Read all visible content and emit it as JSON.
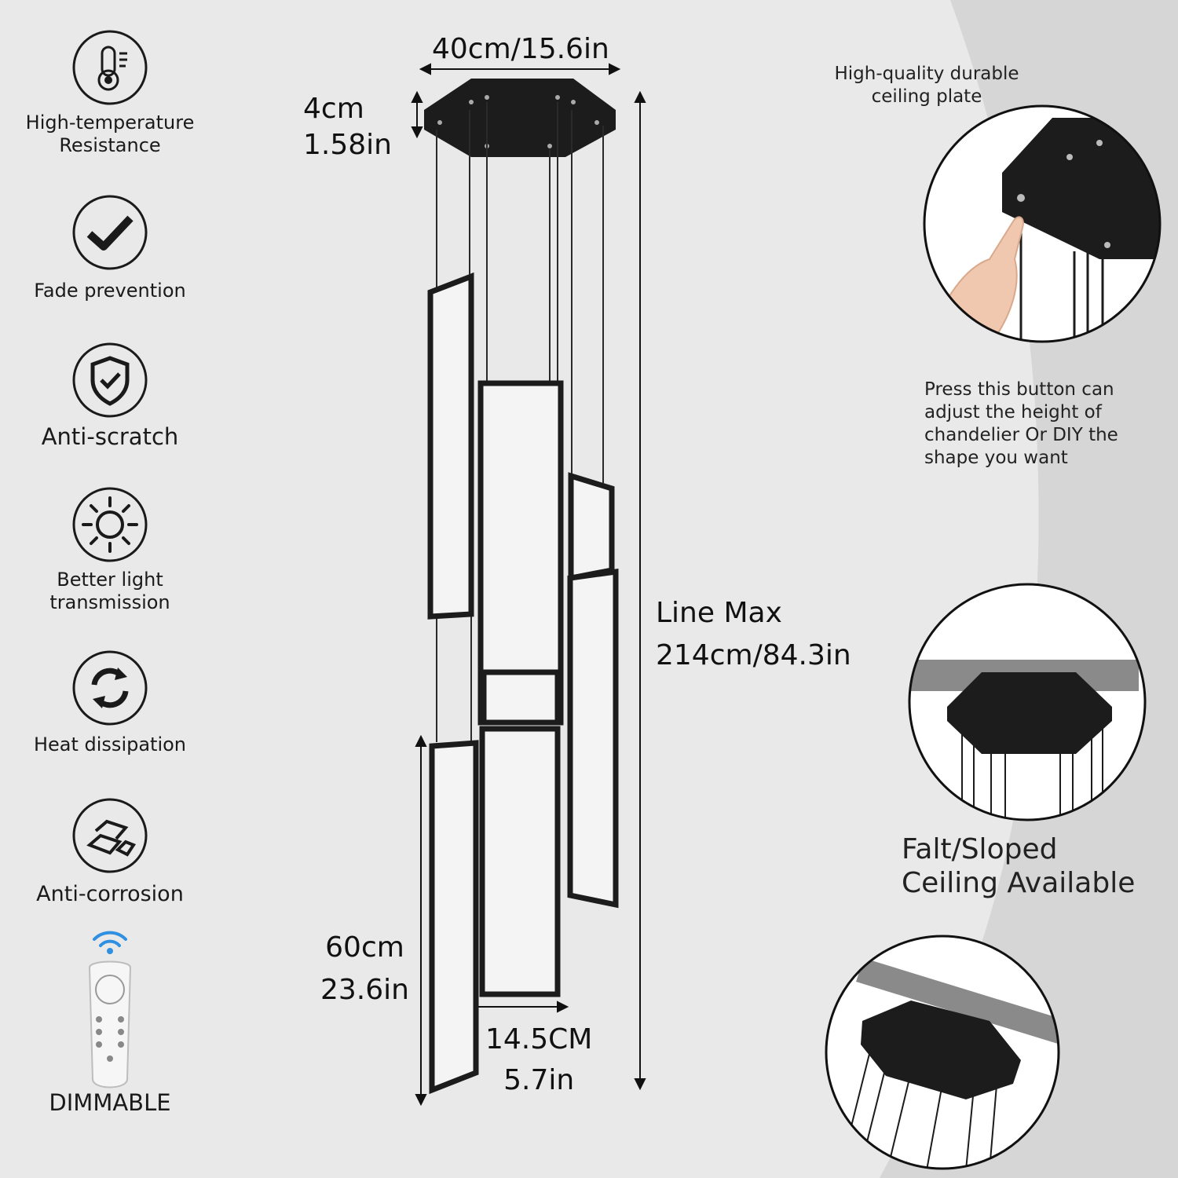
{
  "features": [
    {
      "label_1": "High-temperature",
      "label_2": "Resistance",
      "icon": "thermometer-icon"
    },
    {
      "label_1": "Fade prevention",
      "icon": "checkmark-icon"
    },
    {
      "label_1": "Anti-scratch",
      "icon": "shield-check-icon"
    },
    {
      "label_1": "Better light",
      "label_2": "transmission",
      "icon": "sun-icon"
    },
    {
      "label_1": "Heat dissipation",
      "icon": "cycle-arrows-icon"
    },
    {
      "label_1": "Anti-corrosion",
      "icon": "ingots-icon"
    }
  ],
  "remote": {
    "label": "DIMMABLE",
    "icon": "remote-control-icon"
  },
  "dimensions": {
    "plate_width": "40cm/15.6in",
    "plate_height_1": "4cm",
    "plate_height_2": "1.58in",
    "line_max_1": "Line Max",
    "line_max_2": "214cm/84.3in",
    "panel_length_1": "60cm",
    "panel_length_2": "23.6in",
    "panel_width_1": "14.5CM",
    "panel_width_2": "5.7in"
  },
  "callouts": {
    "plate_1": "High-quality durable",
    "plate_2": "ceiling plate",
    "button_1": "Press this button can",
    "button_2": "adjust the height of",
    "button_3": "chandelier Or DIY the",
    "button_4": "shape you want",
    "ceiling_1": "Falt/Sloped",
    "ceiling_2": "Ceiling Available"
  },
  "colors": {
    "background": "#e9e9e9",
    "background_right": "#d9d9d9",
    "fixture": "#1c1c1c",
    "wifi": "#2f8fe0"
  }
}
